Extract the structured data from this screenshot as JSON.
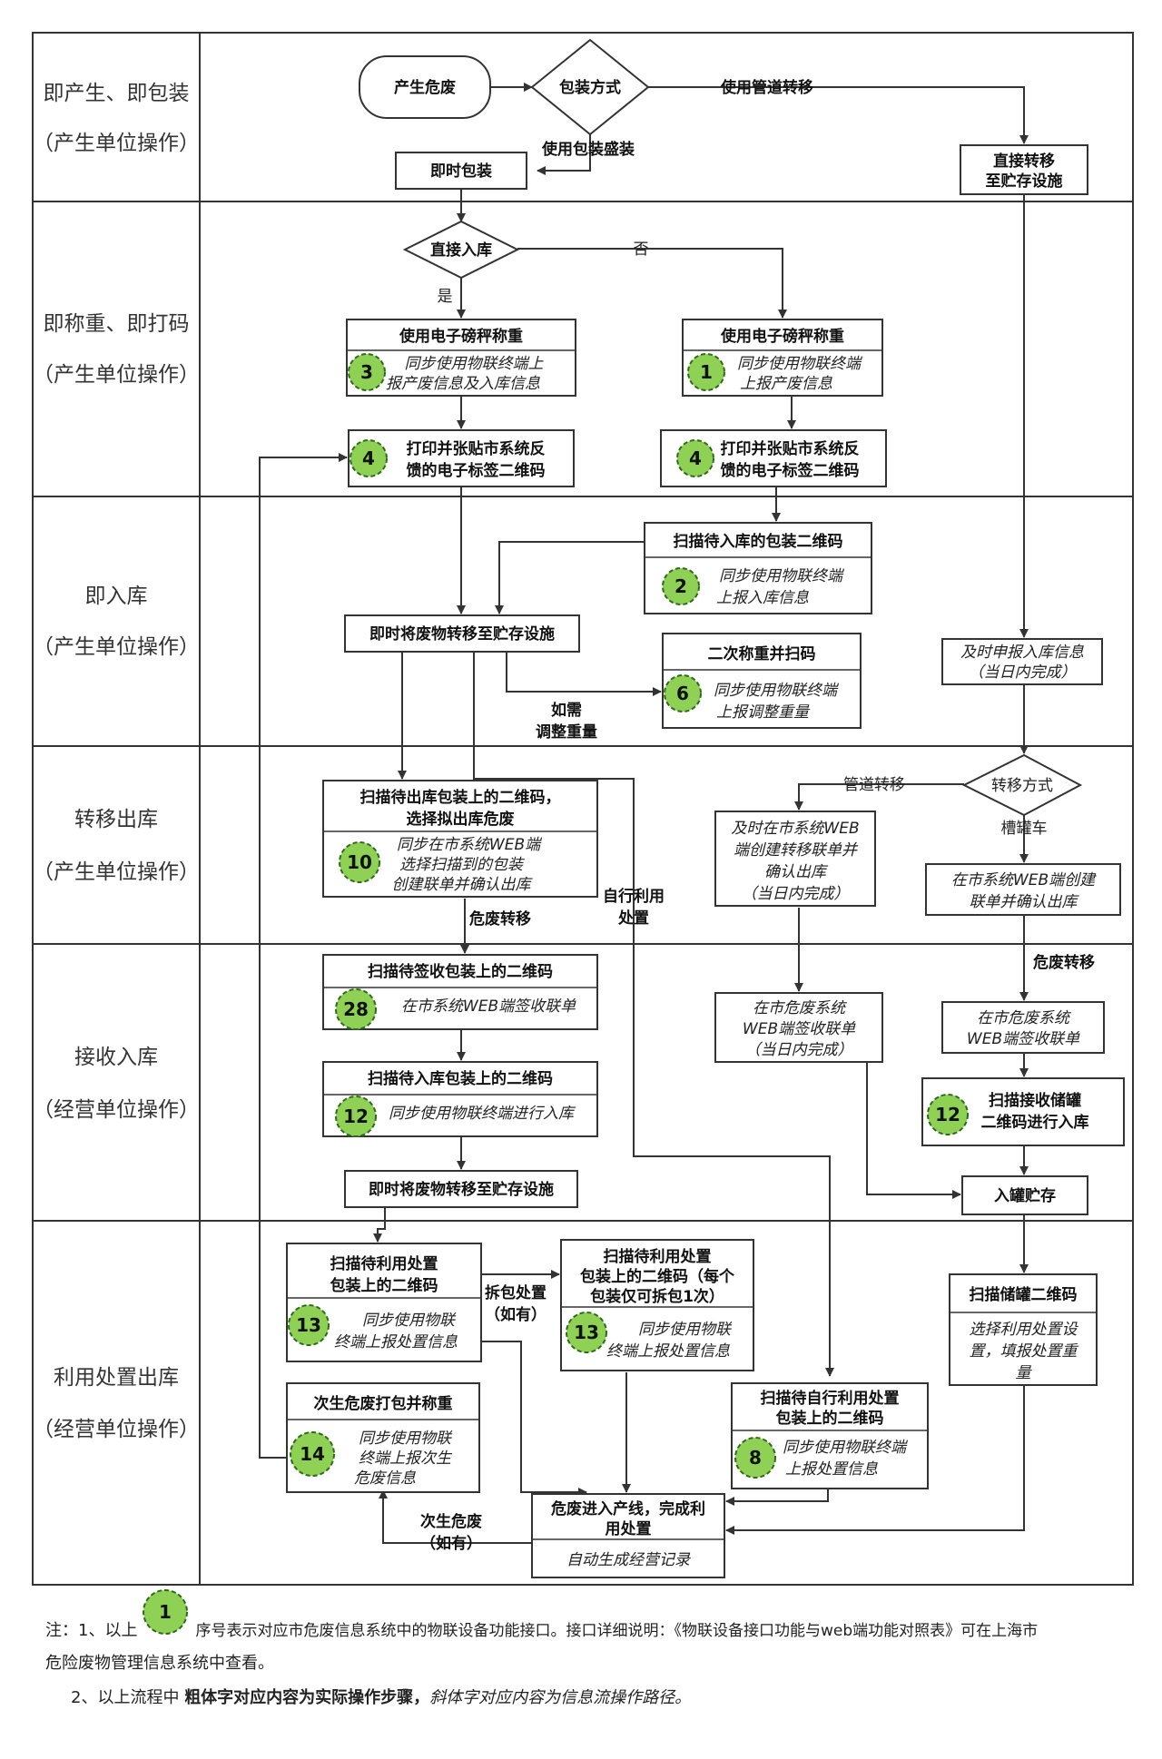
{
  "lanes": [
    {
      "title": "即产生、即包装",
      "sub": "（产生单位操作）"
    },
    {
      "title": "即称重、即打码",
      "sub": "（产生单位操作）"
    },
    {
      "title": "即入库",
      "sub": "（产生单位操作）"
    },
    {
      "title": "转移出库",
      "sub": "（产生单位操作）"
    },
    {
      "title": "接收入库",
      "sub": "（经营单位操作）"
    },
    {
      "title": "利用处置出库",
      "sub": "（经营单位操作）"
    }
  ],
  "nodes": {
    "start": "产生危废",
    "pack_method": "包装方式",
    "instant_pack": "即时包装",
    "direct_transfer": [
      "直接转移",
      "至贮存设施"
    ],
    "direct_store": "直接入库",
    "weigh_a": {
      "title": "使用电子磅秤称重",
      "desc": [
        "同步使用物联终端上",
        "报产废信息及入库信息"
      ],
      "num": "3"
    },
    "weigh_b": {
      "title": "使用电子磅秤称重",
      "desc": [
        "同步使用物联终端",
        "上报产废信息"
      ],
      "num": "1"
    },
    "print_a": {
      "lines": [
        "打印并张贴市系统反",
        "馈的电子标签二维码"
      ],
      "num": "4"
    },
    "print_b": {
      "lines": [
        "打印并张贴市系统反",
        "馈的电子标签二维码"
      ],
      "num": "4"
    },
    "scan_store": {
      "title": "扫描待入库的包装二维码",
      "desc": [
        "同步使用物联终端",
        "上报入库信息"
      ],
      "num": "2"
    },
    "move_store": "即时将废物转移至贮存设施",
    "reweigh": {
      "title": "二次称重并扫码",
      "desc": [
        "同步使用物联终端",
        "上报调整重量"
      ],
      "num": "6"
    },
    "report_in": [
      "及时申报入库信息",
      "（当日内完成）"
    ],
    "transfer_method": "转移方式",
    "scan_out": {
      "title": [
        "扫描待出库包装上的二维码，",
        "选择拟出库危废"
      ],
      "desc": [
        "同步在市系统WEB端",
        "选择扫描到的包装",
        "创建联单并确认出库"
      ],
      "num": "10"
    },
    "pipe_web": [
      "及时在市系统WEB",
      "端创建转移联单并",
      "确认出库",
      "（当日内完成）"
    ],
    "tank_web": [
      "在市系统WEB端创建",
      "联单并确认出库"
    ],
    "scan_sign": {
      "title": "扫描待签收包装上的二维码",
      "desc": [
        "在市系统WEB端签收联单"
      ],
      "num": "28"
    },
    "scan_in": {
      "title": "扫描待入库包装上的二维码",
      "desc": [
        "同步使用物联终端进行入库"
      ],
      "num": "12"
    },
    "move_store2": "即时将废物转移至贮存设施",
    "pipe_sign": [
      "在市危废系统",
      "WEB端签收联单",
      "（当日内完成）"
    ],
    "tank_sign": [
      "在市危废系统",
      "WEB端签收联单"
    ],
    "scan_tank": {
      "lines": [
        "扫描接收储罐",
        "二维码进行入库"
      ],
      "num": "12"
    },
    "tank_store": "入罐贮存",
    "scan_use": {
      "title": [
        "扫描待利用处置",
        "包装上的二维码"
      ],
      "desc": [
        "同步使用物联",
        "终端上报处置信息"
      ],
      "num": "13"
    },
    "scan_split": {
      "title": [
        "扫描待利用处置",
        "包装上的二维码（每个",
        "包装仅可拆包1次）"
      ],
      "desc": [
        "同步使用物联",
        "终端上报处置信息"
      ],
      "num": "13"
    },
    "scan_tank2": {
      "title": "扫描储罐二维码",
      "desc": [
        "选择利用处置设",
        "置，填报处置重",
        "量"
      ]
    },
    "secondary": {
      "title": "次生危废打包并称重",
      "desc": [
        "同步使用物联",
        "终端上报次生",
        "危废信息"
      ],
      "num": "14"
    },
    "scan_self": {
      "title": [
        "扫描待自行利用处置",
        "包装上的二维码"
      ],
      "desc": [
        "同步使用物联终端",
        "上报处置信息"
      ],
      "num": "8"
    },
    "final": {
      "title": [
        "危废进入产线，完成利",
        "用处置"
      ],
      "desc": "自动生成经营记录"
    }
  },
  "edge_labels": {
    "pipe": "使用管道转移",
    "pack": "使用包装盛装",
    "no": "否",
    "yes": "是",
    "adjust": [
      "如需",
      "调整重量"
    ],
    "self_use": [
      "自行利用",
      "处置"
    ],
    "pipe2": "管道转移",
    "tank_car": "槽罐车",
    "hw_transfer": "危废转移",
    "hw_transfer2": "危废转移",
    "split": [
      "拆包处置",
      "（如有）"
    ],
    "secondary": [
      "次生危废",
      "（如有）"
    ]
  },
  "notes": {
    "line1_a": "注：1、以上",
    "badge": "1",
    "line1_b": "序号表示对应市危废信息系统中的物联设备功能接口。接口详细说明：《物联设备接口功能与web端功能对照表》可在上海市",
    "line1_c": "危险废物管理信息系统中查看。",
    "line2_a": "2、以上流程中",
    "line2_bold": "粗体字对应内容为实际操作步骤，",
    "line2_ital": "斜体字对应内容为信息流操作路径。"
  },
  "colors": {
    "badge_fill": "#8ed155",
    "line": "#333333"
  }
}
